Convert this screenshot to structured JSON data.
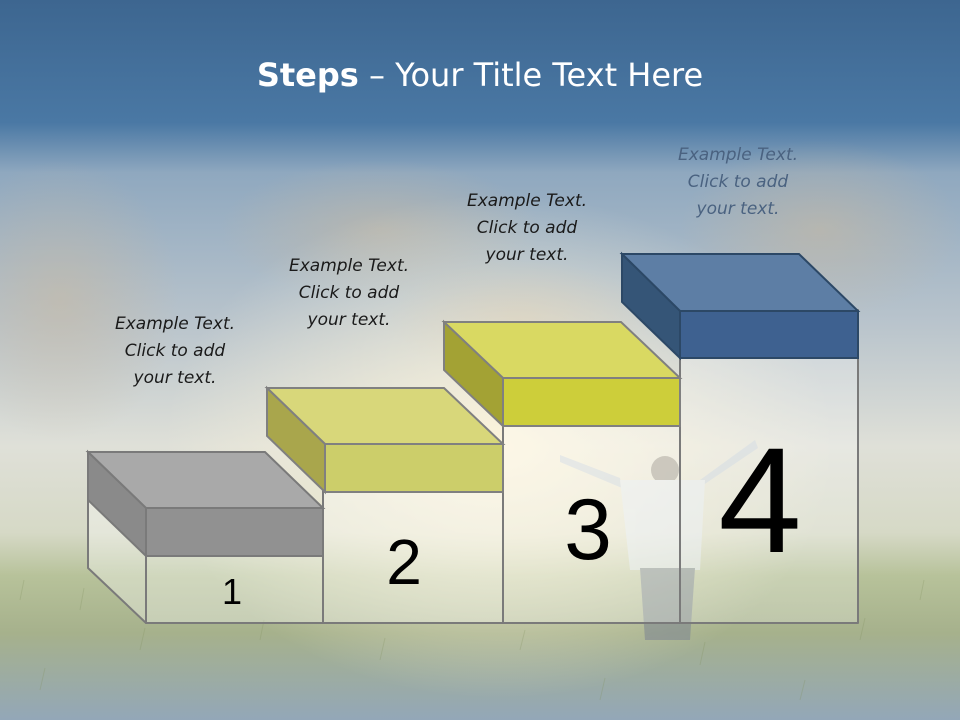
{
  "slide": {
    "title_bold": "Steps",
    "title_rest": " – Your Title Text Here",
    "colors": {
      "sky_top": "#3f6a98",
      "step1": "#8f8f8f",
      "step2": "#cfd06a",
      "step3": "#cfd03e",
      "step4": "#3f6288"
    }
  },
  "steps": [
    {
      "number": "1",
      "text": [
        "Example Text.",
        "Click  to add",
        "your text."
      ]
    },
    {
      "number": "2",
      "text": [
        "Example Text.",
        "Click  to add",
        "your text."
      ]
    },
    {
      "number": "3",
      "text": [
        "Example Text.",
        "Click  to add",
        "your text."
      ]
    },
    {
      "number": "4",
      "text": [
        "Example Text.",
        "Click  to add",
        "your text."
      ]
    }
  ]
}
